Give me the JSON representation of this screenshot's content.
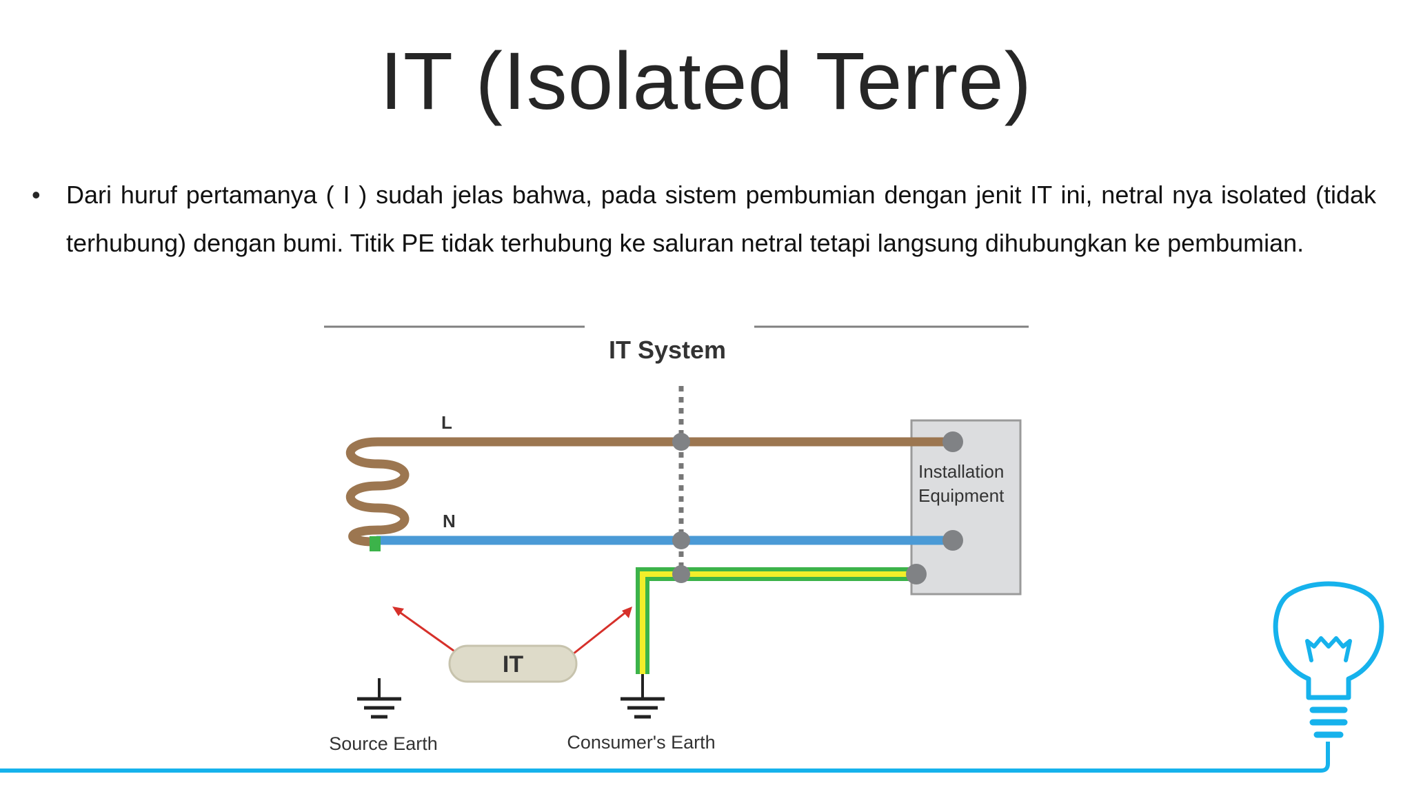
{
  "slide": {
    "title": "IT (Isolated Terre)",
    "bullet_text": "Dari huruf pertamanya ( I ) sudah jelas bahwa, pada sistem pembumian dengan jenit IT ini, netral nya isolated (tidak terhubung) dengan bumi. Titik PE tidak terhubung ke saluran netral tetapi langsung dihubungkan ke pembumian."
  },
  "diagram": {
    "heading": "IT System",
    "line_l_label": "L",
    "line_n_label": "N",
    "equipment_label_1": "Installation",
    "equipment_label_2": "Equipment",
    "badge_label": "IT",
    "source_earth_label": "Source Earth",
    "consumer_earth_label": "Consumer's Earth",
    "colors": {
      "line_l": "#9c7650",
      "line_n": "#4a9ad6",
      "pe_green": "#3cb34a",
      "pe_yellow": "#f2ee2a",
      "arrow": "#d6302a",
      "accent": "#16b2ec",
      "node": "#808285"
    }
  }
}
